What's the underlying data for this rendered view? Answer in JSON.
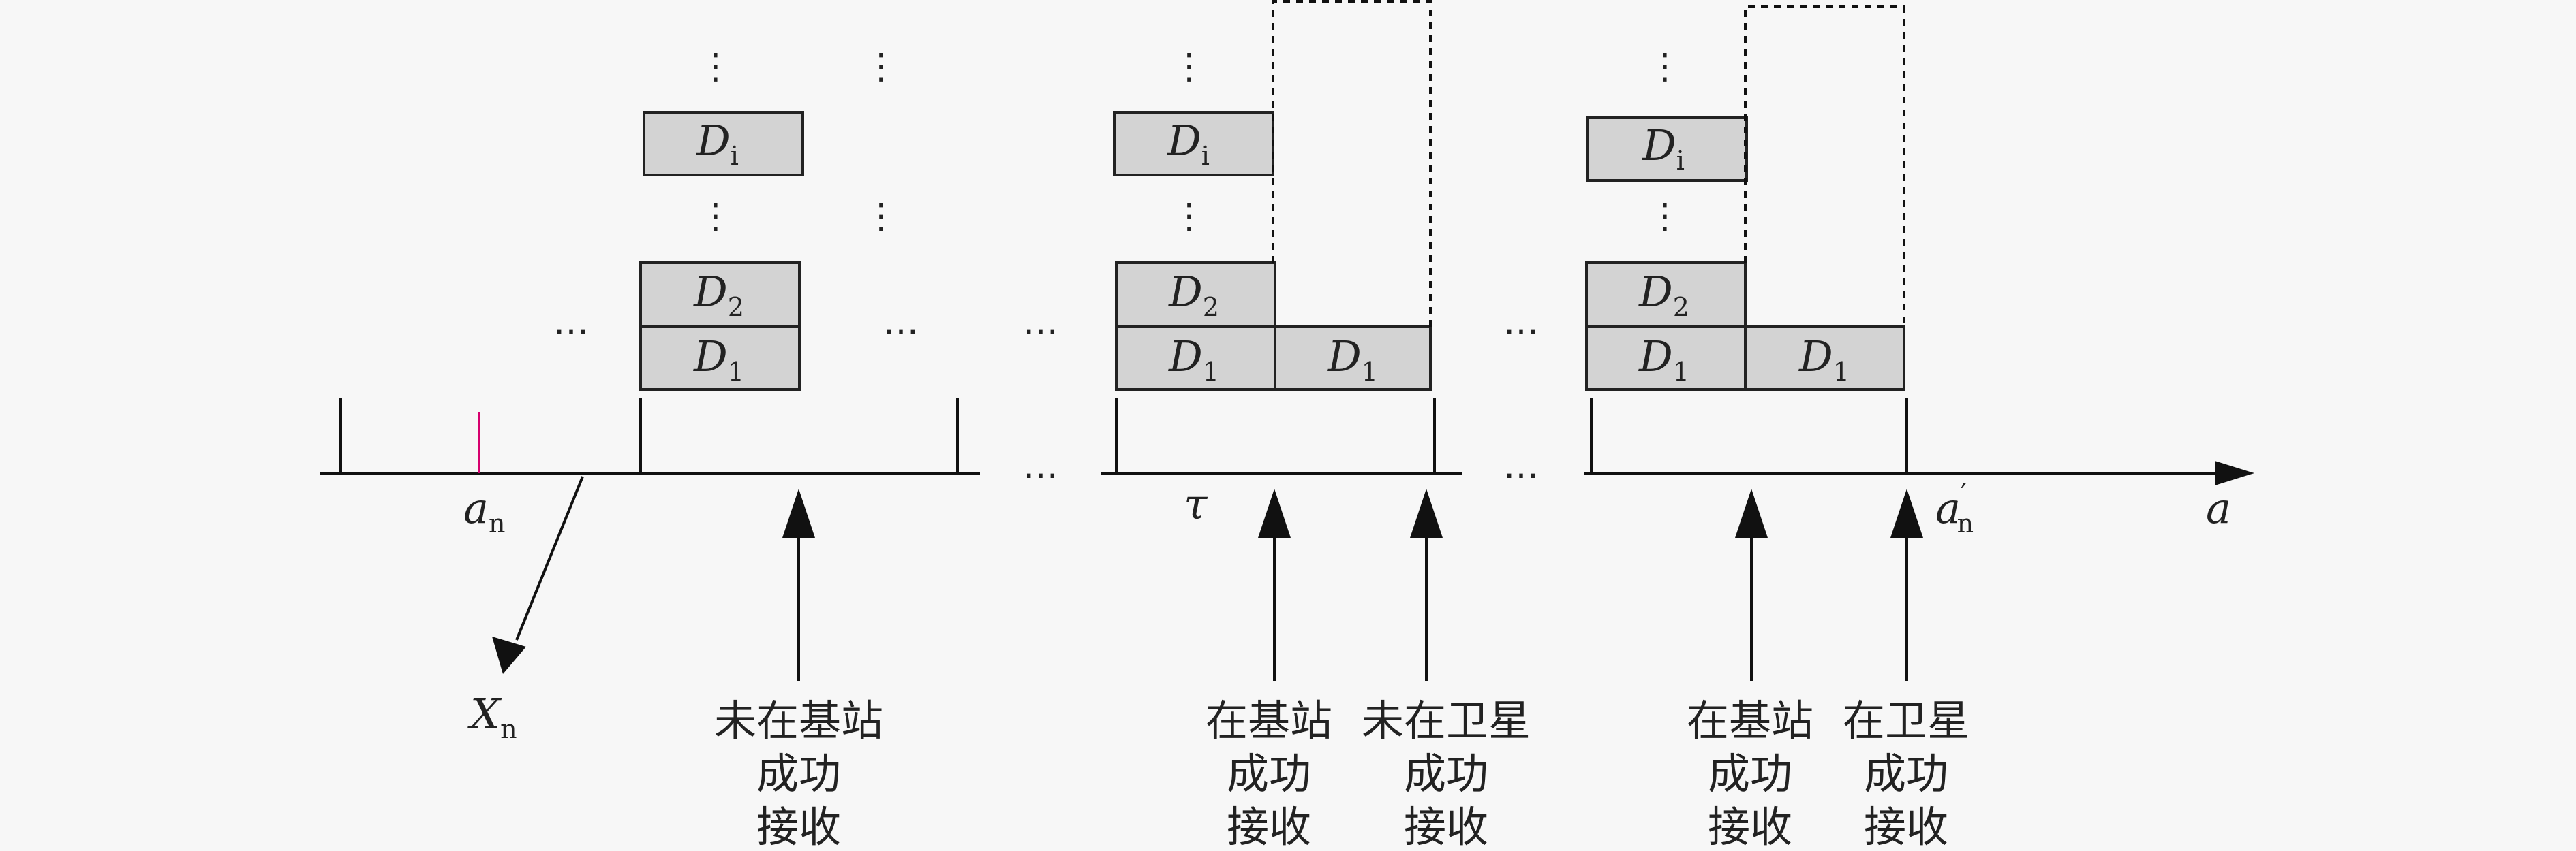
{
  "labels": {
    "D1": "D",
    "D1_sub": "1",
    "D2": "D",
    "D2_sub": "2",
    "Di": "D",
    "Di_sub": "i",
    "an": "a",
    "an_sub": "n",
    "an_prime": "a",
    "an_prime_mark": "′",
    "an_prime_sub": "n",
    "tau": "τ",
    "a": "a",
    "Xn": "X",
    "Xn_sub": "n",
    "ellipsis": "…",
    "vdots": "⋮"
  },
  "annotations": {
    "not_bs": [
      "未在基站",
      "成功",
      "接收"
    ],
    "bs": [
      "在基站",
      "成功",
      "接收"
    ],
    "not_sat": [
      "未在卫星",
      "成功",
      "接收"
    ],
    "bs2": [
      "在基站",
      "成功",
      "接收"
    ],
    "sat": [
      "在卫星",
      "成功",
      "接收"
    ]
  },
  "colors": {
    "box_fill": "#d3d3d3",
    "marker": "#d6006e",
    "line": "#111111"
  }
}
